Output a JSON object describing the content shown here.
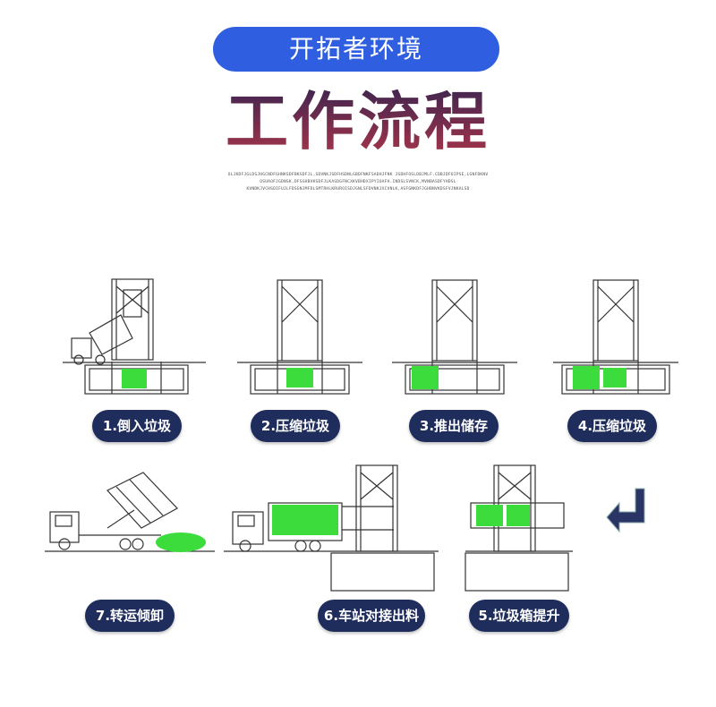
{
  "header": {
    "brand": "开拓者环境",
    "title": "工作流程",
    "fineprint": [
      "OLJKDFJGLDSJHGCNDFGHNKSDFBKSDFJL,SDVNKJSDFHSDNLGBDFNKFSADHJFNK JSDHFOSLDBJMLF.CDBJDFOIPSE,LGNFDKNV",
      "OSUAOFJGDNSK,DFSGHBVKSDFJLKASDGFNCXKVBHDXIPYIOAFH.INDSLSVNCK,MVNBASDFYHDSL",
      "KVNDKJVCHSDIFUJLFDSGNJMFDLSMTRHLKRUROISDJGNLSFDVNKJXCVNLK,ASFGNKDFJGHBNVKDSFVJNKALSD"
    ]
  },
  "steps": [
    {
      "label": "1.倒入垃圾"
    },
    {
      "label": "2.压缩垃圾"
    },
    {
      "label": "3.推出储存"
    },
    {
      "label": "4.压缩垃圾"
    },
    {
      "label": "7.转运倾卸"
    },
    {
      "label": "6.车站对接出料"
    },
    {
      "label": "5.垃圾箱提升"
    }
  ],
  "icons": {
    "flow_arrow": "return-arrow-icon"
  },
  "colors": {
    "brand_pill": "#2f5fe0",
    "step_pill": "#1f2d5c",
    "garbage": "#3ddc3d",
    "line_art": "#333333"
  }
}
